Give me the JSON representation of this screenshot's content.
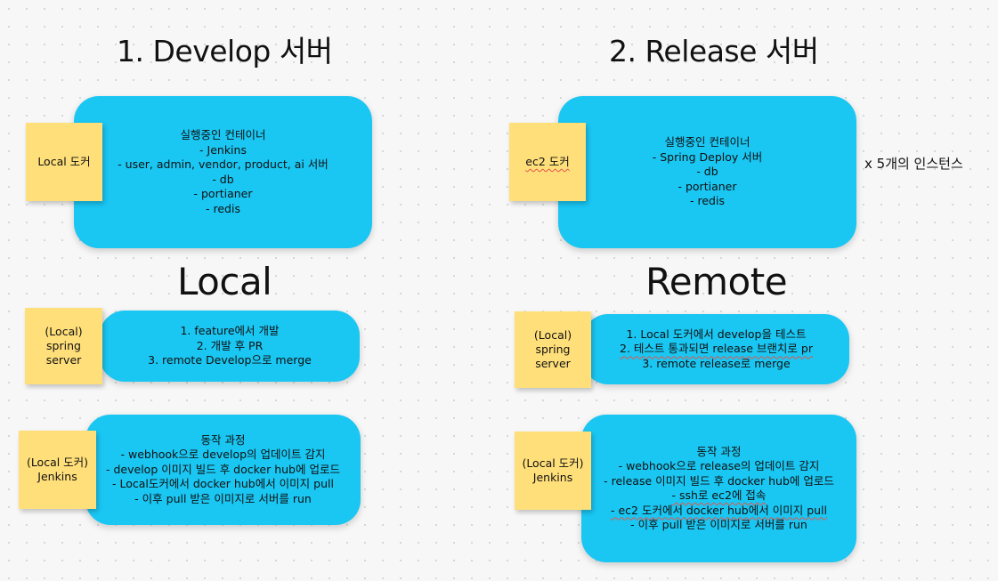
{
  "headings": {
    "develop_server": "1. Develop 서버",
    "release_server": "2. Release 서버",
    "local": "Local",
    "remote": "Remote"
  },
  "develop_card": {
    "sticky": "Local 도커",
    "lines": [
      "실행중인 컨테이너",
      "- Jenkins",
      "- user, admin, vendor, product, ai 서버",
      "- db",
      "- portianer",
      "- redis"
    ]
  },
  "release_card": {
    "sticky": "ec2 도커",
    "lines": [
      "실행중인 컨테이너",
      "- Spring Deploy 서버",
      "- db",
      "- portianer",
      "- redis"
    ],
    "instances_note": "x 5개의 인스턴스"
  },
  "local_spring": {
    "sticky": [
      "(Local)",
      "spring",
      "server"
    ],
    "lines": [
      "1. feature에서 개발",
      "2. 개발 후 PR",
      "3. remote Develop으로 merge"
    ]
  },
  "remote_spring": {
    "sticky": [
      "(Local)",
      "spring",
      "server"
    ],
    "lines": [
      "1. Local 도커에서 develop을 테스트",
      "2. 테스트 통과되면 release 브랜치로 pr",
      "3. remote release로 merge"
    ]
  },
  "local_jenkins": {
    "sticky": [
      "(Local 도커)",
      "Jenkins"
    ],
    "lines": [
      "동작 과정",
      "- webhook으로 develop의 업데이트 감지",
      "- develop 이미지 빌드 후 docker hub에 업로드",
      "- Local도커에서 docker hub에서 이미지 pull",
      "- 이후 pull 받은 이미지로 서버를 run"
    ]
  },
  "remote_jenkins": {
    "sticky": [
      "(Local 도커)",
      "Jenkins"
    ],
    "lines": [
      "동작 과정",
      "- webhook으로 release의 업데이트 감지",
      "- release 이미지 빌드 후 docker hub에 업로드",
      "- ssh로 ec2에 접속",
      "- ec2 도커에서 docker hub에서 이미지 pull",
      "- 이후 pull 받은 이미지로 서버를 run"
    ]
  },
  "colors": {
    "card": "#1ac6f2",
    "sticky": "#ffdf7a",
    "background": "#f7f7f7"
  }
}
